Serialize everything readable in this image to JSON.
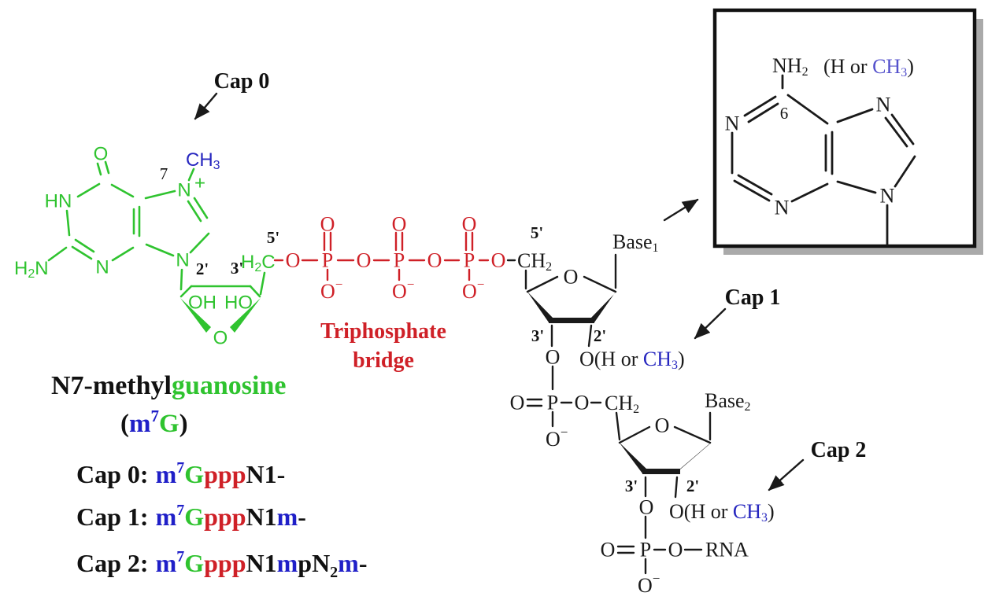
{
  "colors": {
    "green": "#2fc32f",
    "red": "#cf2027",
    "blue": "#2727bf",
    "violet": "#5552cc",
    "black": "#111111",
    "box_shadow": "#aaaaaa"
  },
  "annotations": {
    "cap0": "Cap 0",
    "cap1": "Cap 1",
    "cap2": "Cap 2",
    "tri_line1": "Triphosphate",
    "tri_line2": "bridge"
  },
  "caption": {
    "name_black": "N7-methyl",
    "name_green": "guanosine",
    "open": "(",
    "m": "m",
    "sup": "7",
    "g": "G",
    "close": ")"
  },
  "formulas": {
    "cap0": {
      "prefix": "Cap 0:",
      "m": "m",
      "sup": "7",
      "g": "G",
      "ppp": "ppp",
      "n1": "N1",
      "dash": "-"
    },
    "cap1": {
      "prefix": "Cap 1:",
      "m": "m",
      "sup": "7",
      "g": "G",
      "ppp": "ppp",
      "n1": "N1",
      "m2": "m",
      "dash": "-"
    },
    "cap2": {
      "prefix": "Cap 2:",
      "m": "m",
      "sup": "7",
      "g": "G",
      "ppp": "ppp",
      "n1": "N1",
      "m2": "m",
      "pn": "pN",
      "sub": "2",
      "m3": "m",
      "dash": "-"
    }
  },
  "guanine": {
    "o": "O",
    "hn": "HN",
    "h2n_h": "H",
    "h2n_sub": "2",
    "h2n_n": "N",
    "num7": "7",
    "n7": "N",
    "plus": "+",
    "ch3": "CH",
    "ch3_sub": "3",
    "n3": "N",
    "n9": "N",
    "p2": "2'",
    "p3": "3'",
    "p5": "5'",
    "oh": "OH",
    "ho": "HO",
    "ring_o": "O",
    "h2c_h": "H",
    "h2c_sub": "2",
    "h2c_c": "C"
  },
  "tri": {
    "o": "O",
    "p": "P",
    "minus": "−"
  },
  "nuc1": {
    "p5": "5'",
    "ch2": "CH",
    "ch2_sub": "2",
    "ring_o": "O",
    "base": "Base",
    "base_sub": "1",
    "p3": "3'",
    "p2": "2'",
    "o": "O",
    "oh_open": "O(H or ",
    "ch3": "CH",
    "ch3_sub": "3",
    "close": ")"
  },
  "phos2": {
    "o_dbl": "O",
    "p": "P",
    "o_link": "O",
    "o_minus": "O",
    "minus": "−"
  },
  "nuc2": {
    "ch2": "CH",
    "ch2_sub": "2",
    "ring_o": "O",
    "base": "Base",
    "base_sub": "2",
    "p3": "3'",
    "p2": "2'",
    "o": "O",
    "oh_open": "O(H or ",
    "ch3": "CH",
    "ch3_sub": "3",
    "close": ")"
  },
  "phos3": {
    "o_dbl": "O",
    "p": "P",
    "o_link": "O",
    "rna": "RNA",
    "o_minus": "O",
    "minus": "−"
  },
  "inset": {
    "nh": "NH",
    "nh_sub": "2",
    "open": "(H or ",
    "ch3": "CH",
    "ch3_sub": "3",
    "close": ")",
    "six": "6",
    "n1": "N",
    "n3": "N",
    "n7": "N",
    "n9": "N"
  }
}
